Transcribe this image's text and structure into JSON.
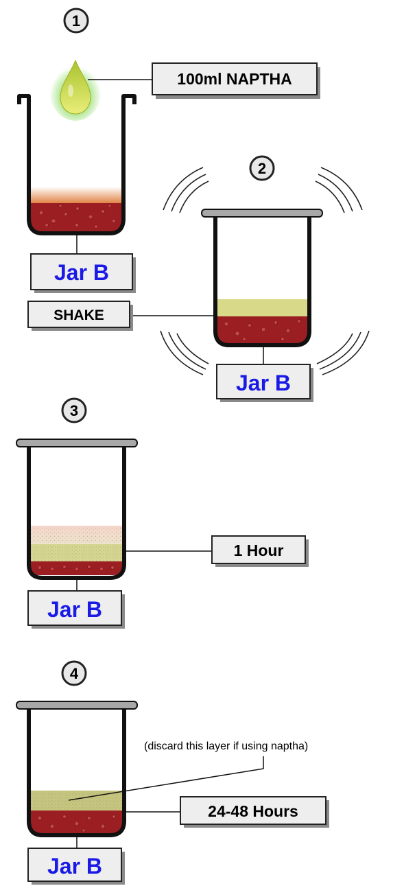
{
  "steps": [
    {
      "number": "1",
      "jar_label": "Jar B",
      "callout": "100ml NAPTHA",
      "layers": [
        {
          "name": "sediment",
          "color": "#9b1f22"
        },
        {
          "name": "orange-haze",
          "color": "#e4884e"
        }
      ],
      "drop_color": "#c8d43a"
    },
    {
      "number": "2",
      "jar_label": "Jar B",
      "callout": "SHAKE",
      "layers": [
        {
          "name": "sediment",
          "color": "#9b1f22"
        },
        {
          "name": "solvent",
          "color": "#d9d98a"
        }
      ]
    },
    {
      "number": "3",
      "jar_label": "Jar B",
      "callout": "1 Hour",
      "layers": [
        {
          "name": "sediment",
          "color": "#9b1f22"
        },
        {
          "name": "solvent",
          "color": "#d6d692"
        },
        {
          "name": "top-speckled",
          "color": "#f2d8cc"
        }
      ]
    },
    {
      "number": "4",
      "jar_label": "Jar B",
      "callout": "24-48 Hours",
      "note": "(discard this layer if using naptha)",
      "layers": [
        {
          "name": "sediment",
          "color": "#9b1f22"
        },
        {
          "name": "solvent",
          "color": "#c7c680"
        }
      ]
    }
  ],
  "colors": {
    "jar_outline": "#111111",
    "lid": "#a8a8a8",
    "label_box_fill": "#eeeeee",
    "label_box_border": "#222222",
    "label_box_shadow": "#8a8a8a",
    "jar_label_text": "#1a1ae6"
  }
}
